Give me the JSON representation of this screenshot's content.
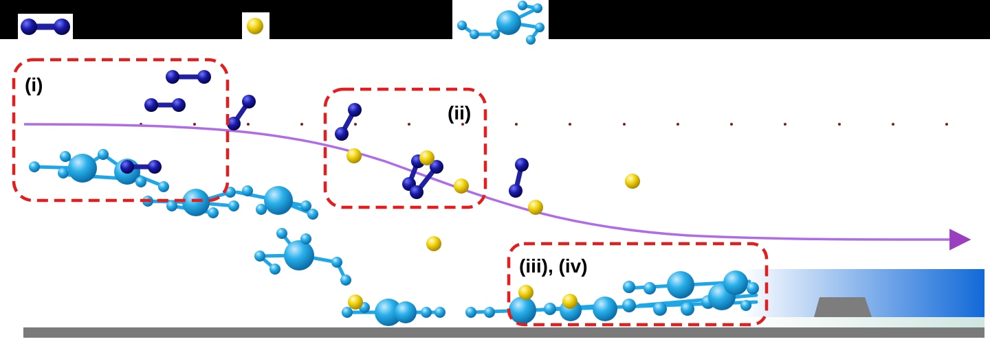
{
  "legend": {
    "items": [
      {
        "icon": "n2-molecule-icon"
      },
      {
        "icon": "gold-atom-icon"
      },
      {
        "icon": "precursor-molecule-icon"
      }
    ]
  },
  "regions": [
    {
      "label": "(i)"
    },
    {
      "label": "(ii)"
    },
    {
      "label": "(iii), (iv)"
    }
  ],
  "colors": {
    "header": "#000000",
    "region_border": "#e31e1e",
    "trajectory": "#b06be6",
    "arrow_head": "#9b3fc0",
    "n2": "#1a1a9e",
    "gold": "#f2d10f",
    "precursor": "#1ea6e6",
    "film": "#1169d8",
    "substrate": "#7a7a7a"
  }
}
